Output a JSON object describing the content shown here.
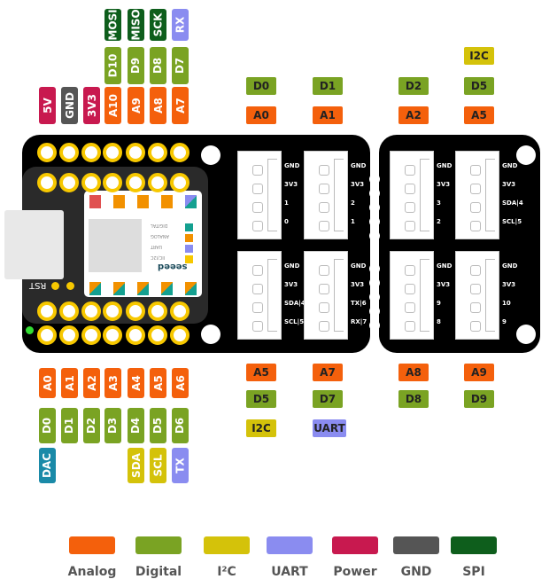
{
  "colors": {
    "analog": "#f4600c",
    "digital": "#7aa323",
    "i2c": "#d4c20a",
    "uart": "#8a8cf0",
    "power": "#c8194f",
    "gnd": "#555555",
    "spi": "#0e5e1c",
    "dac": "#1a8aa8"
  },
  "top_pins": [
    {
      "col": 0,
      "labels": [
        {
          "t": "5V",
          "c": "power"
        }
      ]
    },
    {
      "col": 1,
      "labels": [
        {
          "t": "GND",
          "c": "gnd"
        }
      ]
    },
    {
      "col": 2,
      "labels": [
        {
          "t": "3V3",
          "c": "power"
        }
      ]
    },
    {
      "col": 3,
      "labels": [
        {
          "t": "A10",
          "c": "analog"
        },
        {
          "t": "D10",
          "c": "digital"
        },
        {
          "t": "MOSI",
          "c": "spi"
        }
      ]
    },
    {
      "col": 4,
      "labels": [
        {
          "t": "A9",
          "c": "analog"
        },
        {
          "t": "D9",
          "c": "digital"
        },
        {
          "t": "MISO",
          "c": "spi"
        }
      ]
    },
    {
      "col": 5,
      "labels": [
        {
          "t": "A8",
          "c": "analog"
        },
        {
          "t": "D8",
          "c": "digital"
        },
        {
          "t": "SCK",
          "c": "spi"
        }
      ]
    },
    {
      "col": 6,
      "labels": [
        {
          "t": "A7",
          "c": "analog"
        },
        {
          "t": "D7",
          "c": "digital"
        },
        {
          "t": "RX",
          "c": "uart"
        }
      ]
    }
  ],
  "bottom_pins": [
    {
      "col": 0,
      "labels": [
        {
          "t": "A0",
          "c": "analog"
        },
        {
          "t": "D0",
          "c": "digital"
        },
        {
          "t": "DAC",
          "c": "dac"
        }
      ]
    },
    {
      "col": 1,
      "labels": [
        {
          "t": "A1",
          "c": "analog"
        },
        {
          "t": "D1",
          "c": "digital"
        }
      ]
    },
    {
      "col": 2,
      "labels": [
        {
          "t": "A2",
          "c": "analog"
        },
        {
          "t": "D2",
          "c": "digital"
        }
      ]
    },
    {
      "col": 3,
      "labels": [
        {
          "t": "A3",
          "c": "analog"
        },
        {
          "t": "D3",
          "c": "digital"
        }
      ]
    },
    {
      "col": 4,
      "labels": [
        {
          "t": "A4",
          "c": "analog"
        },
        {
          "t": "D4",
          "c": "digital"
        },
        {
          "t": "SDA",
          "c": "i2c"
        }
      ]
    },
    {
      "col": 5,
      "labels": [
        {
          "t": "A5",
          "c": "analog"
        },
        {
          "t": "D5",
          "c": "digital"
        },
        {
          "t": "SCL",
          "c": "i2c"
        }
      ]
    },
    {
      "col": 6,
      "labels": [
        {
          "t": "A6",
          "c": "analog"
        },
        {
          "t": "D6",
          "c": "digital"
        },
        {
          "t": "TX",
          "c": "uart"
        }
      ]
    }
  ],
  "grove_top": [
    {
      "labels": [
        {
          "t": "A0",
          "c": "analog"
        },
        {
          "t": "D0",
          "c": "digital"
        }
      ],
      "pins": [
        "GND",
        "3V3",
        "1",
        "0"
      ]
    },
    {
      "labels": [
        {
          "t": "A1",
          "c": "analog"
        },
        {
          "t": "D1",
          "c": "digital"
        }
      ],
      "pins": [
        "GND",
        "3V3",
        "2",
        "1"
      ]
    },
    {
      "labels": [
        {
          "t": "A2",
          "c": "analog"
        },
        {
          "t": "D2",
          "c": "digital"
        }
      ],
      "pins": [
        "GND",
        "3V3",
        "3",
        "2"
      ]
    },
    {
      "labels": [
        {
          "t": "A5",
          "c": "analog"
        },
        {
          "t": "D5",
          "c": "digital"
        },
        {
          "t": "I2C",
          "c": "i2c"
        }
      ],
      "pins": [
        "GND",
        "3V3",
        "SDA|4",
        "SCL|5"
      ]
    }
  ],
  "grove_bottom": [
    {
      "labels": [
        {
          "t": "A5",
          "c": "analog"
        },
        {
          "t": "D5",
          "c": "digital"
        },
        {
          "t": "I2C",
          "c": "i2c"
        }
      ],
      "pins": [
        "GND",
        "3V3",
        "SDA|4",
        "SCL|5"
      ]
    },
    {
      "labels": [
        {
          "t": "A7",
          "c": "analog"
        },
        {
          "t": "D7",
          "c": "digital"
        },
        {
          "t": "UART",
          "c": "uart"
        }
      ],
      "pins": [
        "GND",
        "3V3",
        "TX|6",
        "RX|7"
      ]
    },
    {
      "labels": [
        {
          "t": "A8",
          "c": "analog"
        },
        {
          "t": "D8",
          "c": "digital"
        }
      ],
      "pins": [
        "GND",
        "3V3",
        "9",
        "8"
      ]
    },
    {
      "labels": [
        {
          "t": "A9",
          "c": "analog"
        },
        {
          "t": "D9",
          "c": "digital"
        }
      ],
      "pins": [
        "GND",
        "3V3",
        "10",
        "9"
      ]
    }
  ],
  "board": {
    "rst_label": "RST",
    "brand": "seeed",
    "chip_legend": [
      "DIGITAL",
      "ANALOG",
      "UART",
      "IIC/I2C"
    ]
  },
  "legend": [
    {
      "label": "Analog",
      "c": "analog"
    },
    {
      "label": "Digital",
      "c": "digital"
    },
    {
      "label": "I²C",
      "c": "i2c"
    },
    {
      "label": "UART",
      "c": "uart"
    },
    {
      "label": "Power",
      "c": "power"
    },
    {
      "label": "GND",
      "c": "gnd"
    },
    {
      "label": "SPI",
      "c": "spi"
    }
  ]
}
